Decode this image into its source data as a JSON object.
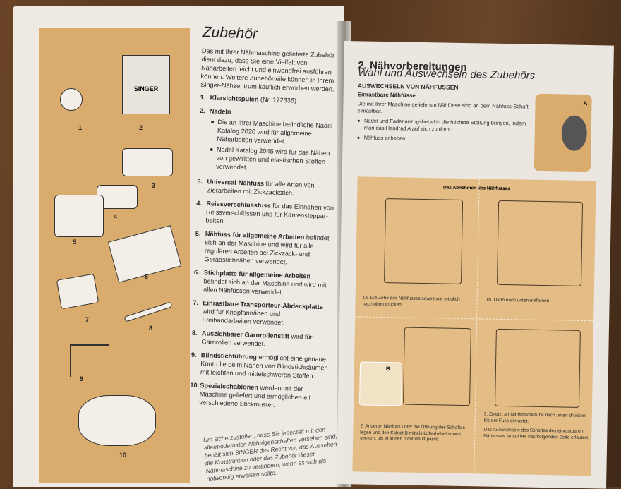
{
  "left_page": {
    "title": "Zubehör",
    "intro": "Das mit Ihrer Nähmaschine gelieferte Zubehör dient dazu, dass Sie eine Vielfalt von Näharbeiten leicht und einwandfrei ausführen können. Weitere Zubehörteile können in Ihrem Singer-Nähzentrum käuflich erworben werden.",
    "items": [
      {
        "num": "1.",
        "title": "Klarsichtspulen",
        "text": " (Nr. 172336)"
      },
      {
        "num": "2.",
        "title": "Nadeln",
        "text": "",
        "bullets": [
          "Die an Ihrer Maschine befindliche Nadel Katalog 2020 wird für allgemeine Näharbeiten verwendet.",
          "Nadel Katalog 2045 wird für das Nähen von gewirkten und elastischen Stoffen verwendet."
        ]
      },
      {
        "num": "3.",
        "title": "Universal-Nähfuss",
        "text": " für alle Arten von Zierarbeiten mit Zickzackstich."
      },
      {
        "num": "4.",
        "title": "Reissverschlussfuss",
        "text": " für das Einnähen von Reissverschlüssen und für Kantensteppar-beiten."
      },
      {
        "num": "5.",
        "title": "Nähfuss für allgemeine Arbeiten",
        "text": " befindet sich an der Maschine und wird für alle regulären Arbeiten bei Zickzack- und Geradstichnähen verwendet."
      },
      {
        "num": "6.",
        "title": "Stichplatte für allgemeine Arbeiten",
        "text": " befindet sich an der Maschine und wird mit allen Nähfüssen verwendet."
      },
      {
        "num": "7.",
        "title": "Einrastbare Transporteur-Abdeckplatte",
        "text": " wird für Knopfannähen und Freihandarbeiten verwendet."
      },
      {
        "num": "8.",
        "title": "Ausziehbarer Garnrollenstift",
        "text": " wird für Garnrollen verwendet."
      },
      {
        "num": "9.",
        "title": "Blindstichführung",
        "text": " ermöglicht eine genaue Kontrolle beim Nähen von Blindstichsäumen mit leichten und mittelschweren Stoffen."
      },
      {
        "num": "10.",
        "title": "Spezialschablonen",
        "text": " werden mit der Maschine geliefert und ermöglichen elf verschiedene Stickmuster."
      }
    ],
    "disclaimer": "Um sicherzustellen, dass Sie jederzeit mit den allermodernsten Näheigenschaften versehen sind, behält sich SINGER das Recht vor, das Aussehen, die Konstruktion oder das Zubehör dieser Nähmaschine zu verändern, wenn es sich als notwendig erweisen sollte.",
    "figure_labels": [
      "1",
      "2",
      "3",
      "4",
      "5",
      "6",
      "7",
      "8",
      "9",
      "10"
    ],
    "needle_pack_brand": "SINGER"
  },
  "right_page": {
    "chapter": "2. Nähvorbereitungen",
    "subtitle": "Wahl und Auswechseln des Zubehörs",
    "section": "AUSWECHSELN VON NÄHFUSSEN",
    "subsection": "Einrastbare Nähfüsse",
    "intro": "Die mit Ihrer Maschine gelieferten Nähfüsse sind an dem Nähfuss-Schaft einrastbar.",
    "bullets": [
      "Nadel und Fadenanzugshebel in die höchste Stellung bringen, indem man das Handrad A auf sich zu dreht.",
      "Nähfuss anheben."
    ],
    "figure_label_a": "A",
    "panel_title": "Das Abnehmen des Nähfusses",
    "steps": {
      "s1a": "1a. Die Zehe des Nähfusses soweit wie möglich nach oben drücken.",
      "s1b": "1b. Dann nach unten entfernen.",
      "s2": "2. Anderen Nähfuss unter die Öffnung des Schaftes legen und den Schaft B mittels Lüfterhebel soweit senken, bis er in den Nähfusstift passt.",
      "s3": "3. Zuletzt an Nähfusschraube nach unten drücken, bis der Fuss einrastet.",
      "note": "Das Auswechseln des Schaftes des einrastbaren Nähfusses ist auf der nachfolgenden Seite erläutert."
    },
    "figure_label_b": "B"
  }
}
